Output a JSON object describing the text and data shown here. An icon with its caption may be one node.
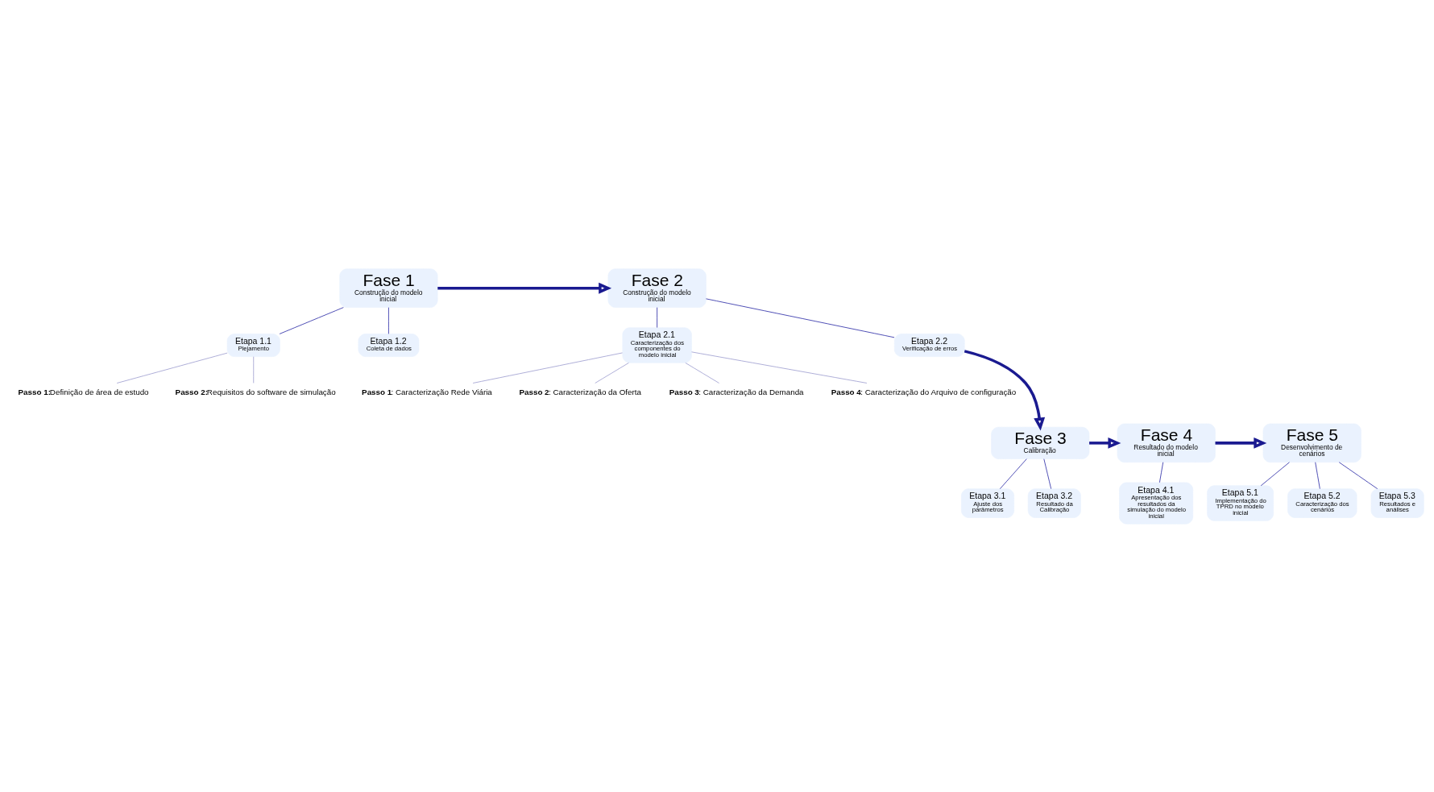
{
  "diagram": {
    "nodes": [
      {
        "text": [
          "Fase 1",
          "Construção do modelo inicial"
        ]
      },
      {
        "text": [
          "Etapa 1.1",
          "Plejamento"
        ]
      },
      {
        "text": [
          "**Passo 1:**Definição de área de estudo"
        ]
      },
      {
        "text": [
          "**Passo 2:**Requisitos do software de simulação"
        ]
      },
      {
        "text": [
          "Etapa 1.2",
          "Coleta de dados"
        ]
      },
      {
        "text": [
          "Fase 2",
          "Construção do modelo inicial"
        ]
      },
      {
        "text": [
          "Etapa 2.1",
          "Caracterização dos componentes do modelo inicial"
        ]
      },
      {
        "text": [
          "**Passo 1**: Caracterização Rede Viária"
        ]
      },
      {
        "text": [
          "**Passo 2**: Caracterização da Oferta"
        ]
      },
      {
        "text": [
          "**Passo 3**: Caracterização da Demanda"
        ]
      },
      {
        "text": [
          "**Passo 4**: Caracterização do Arquivo de configuração"
        ]
      },
      {
        "text": [
          "Etapa 2.2",
          "Verificação de erros"
        ]
      },
      {
        "text": [
          "Fase 3",
          "Calibração"
        ]
      },
      {
        "text": [
          "Etapa 3.1",
          "Ajuste dos parâmetros"
        ]
      },
      {
        "text": [
          "Etapa 3.2",
          "Resultado da Calibração"
        ]
      },
      {
        "text": [
          "Fase 4",
          "Resultado do modelo inicial"
        ]
      },
      {
        "text": [
          "Etapa 4.1",
          "Apresentação dos resultados da simulação do modelo inicial"
        ]
      },
      {
        "text": [
          "Fase 5",
          "Desenvolvimento de cenários"
        ]
      },
      {
        "text": [
          "Etapa 5.1",
          "Implementação do TPRD no modelo inicial"
        ]
      },
      {
        "text": [
          "Etapa 5.2",
          "Caracterização dos cenários"
        ]
      },
      {
        "text": [
          "Etapa 5.3",
          "Resultados e análises"
        ]
      }
    ],
    "edges": [
      {
        "from": 0,
        "to": 5,
        "arrow": "to",
        "style": "thick"
      },
      {
        "from": 0,
        "to": 1,
        "arrow": "none"
      },
      {
        "from": 1,
        "to": 2,
        "arrow": "none",
        "color": "#a0a0d0"
      },
      {
        "from": 1,
        "to": 3,
        "arrow": "none",
        "color": "#a0a0d0"
      },
      {
        "from": 0,
        "to": 4,
        "arrow": "none"
      },
      {
        "from": 5,
        "to": 6,
        "arrow": "none"
      },
      {
        "from": 6,
        "to": 7,
        "arrow": "none",
        "color": "#a0a0d0"
      },
      {
        "from": 6,
        "to": 8,
        "arrow": "none",
        "color": "#a0a0d0"
      },
      {
        "from": 6,
        "to": 9,
        "arrow": "none",
        "color": "#a0a0d0"
      },
      {
        "from": 6,
        "to": 10,
        "arrow": "none",
        "color": "#a0a0d0"
      },
      {
        "from": 5,
        "to": 11,
        "arrow": "none"
      },
      {
        "from": 11,
        "to": 12,
        "arrow": "to",
        "style": "thick"
      },
      {
        "from": 12,
        "to": 13,
        "arrow": "none"
      },
      {
        "from": 12,
        "to": 14,
        "arrow": "none"
      },
      {
        "from": 12,
        "to": 15,
        "arrow": "to",
        "style": "thick"
      },
      {
        "from": 15,
        "to": 16,
        "arrow": "none"
      },
      {
        "from": 15,
        "to": 17,
        "arrow": "to",
        "style": "thick"
      },
      {
        "from": 17,
        "to": 18,
        "arrow": "none"
      },
      {
        "from": 17,
        "to": 19,
        "arrow": "none"
      },
      {
        "from": 17,
        "to": 20,
        "arrow": "none"
      }
    ]
  }
}
